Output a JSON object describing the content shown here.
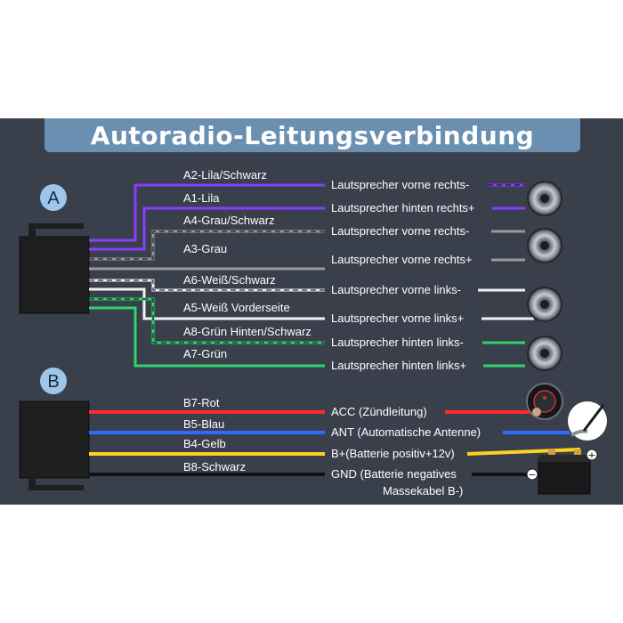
{
  "title": "Autoradio-Leitungsverbindung",
  "connectors": {
    "a": {
      "badge": "A"
    },
    "b": {
      "badge": "B"
    }
  },
  "wires_a": [
    {
      "wire_label": "A2-Lila/Schwarz",
      "destination": "Lautsprecher vorne rechts-",
      "color": "#8a3dff",
      "stripe": "#000000"
    },
    {
      "wire_label": "A1-Lila",
      "destination": "Lautsprecher hinten rechts+",
      "color": "#8a3dff",
      "stripe": ""
    },
    {
      "wire_label": "A4-Grau/Schwarz",
      "destination": "Lautsprecher vorne rechts-",
      "color": "#9a9a9a",
      "stripe": "#000000"
    },
    {
      "wire_label": "A3-Grau",
      "destination": "Lautsprecher vorne rechts+",
      "color": "#9a9a9a",
      "stripe": ""
    },
    {
      "wire_label": "A6-Weiß/Schwarz",
      "destination": "Lautsprecher vorne links-",
      "color": "#f2f2f2",
      "stripe": "#000000"
    },
    {
      "wire_label": "A5-Weiß Vorderseite",
      "destination": "Lautsprecher vorne links+",
      "color": "#f2f2f2",
      "stripe": ""
    },
    {
      "wire_label": "A8-Grün Hinten/Schwarz",
      "destination": "Lautsprecher hinten links-",
      "color": "#2fd36a",
      "stripe": "#000000"
    },
    {
      "wire_label": "A7-Grün",
      "destination": "Lautsprecher hinten links+",
      "color": "#2fd36a",
      "stripe": ""
    }
  ],
  "wires_b": [
    {
      "wire_label": "B7-Rot",
      "destination": "ACC (Zündleitung)",
      "color": "#ff2a2a"
    },
    {
      "wire_label": "B5-Blau",
      "destination": "ANT (Automatische Antenne)",
      "color": "#2f6bff"
    },
    {
      "wire_label": "B4-Gelb",
      "destination": "B+(Batterie positiv+12v)",
      "color": "#ffd21f"
    },
    {
      "wire_label": "B8-Schwarz",
      "destination": "GND (Batterie negatives",
      "destination_line2": "Massekabel B-)",
      "color": "#111111"
    }
  ],
  "icons": [
    "speaker-icon",
    "ignition-button-icon",
    "antenna-icon",
    "battery-icon"
  ],
  "battery": {
    "plus": "+",
    "minus": "−"
  }
}
